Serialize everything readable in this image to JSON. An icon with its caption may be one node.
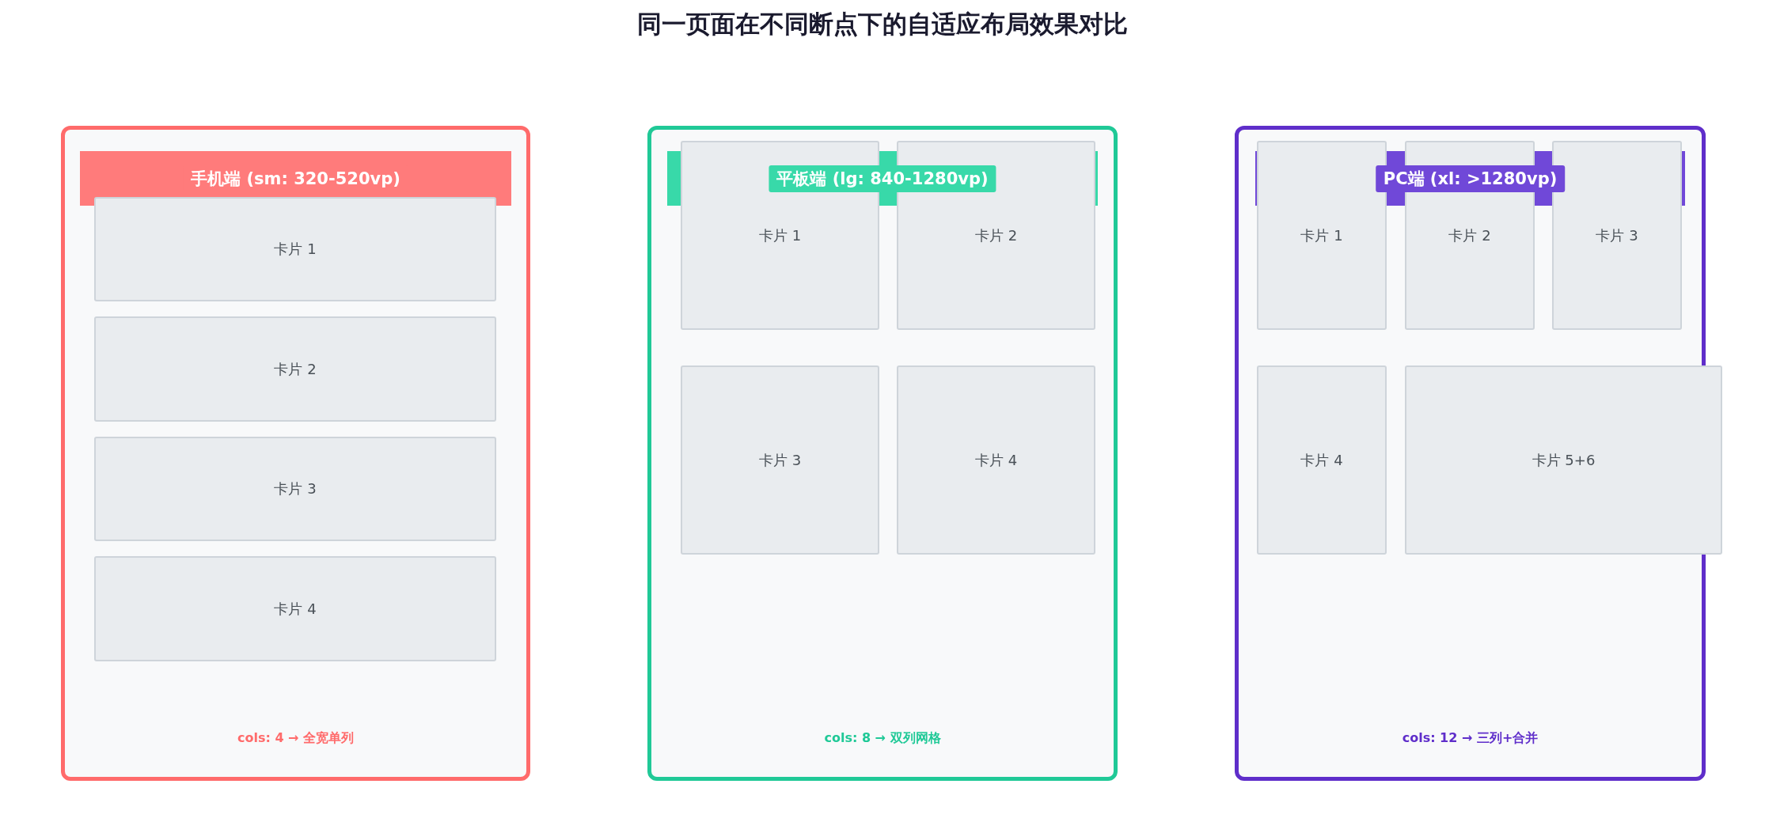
{
  "diagram": {
    "title": "同一页面在不同断点下的自适应布局效果对比",
    "nodes": [
      {
        "text": [
          "cols: 4 → 全宽单列"
        ]
      },
      {
        "text": [
          "手机端 (sm: 320-520vp)"
        ],
        "in": 0
      },
      {
        "text": [
          "卡片 1"
        ],
        "in": 0
      },
      {
        "text": [
          "卡片 2"
        ],
        "in": 0
      },
      {
        "text": [
          "卡片 3"
        ],
        "in": 0
      },
      {
        "text": [
          "卡片 4"
        ],
        "in": 0
      },
      {
        "text": [
          "cols: 8 → 双列网格"
        ]
      },
      {
        "text": [
          "平板端 (lg: 840-1280vp)"
        ],
        "in": 6
      },
      {
        "text": [
          "卡片 1"
        ],
        "in": 6
      },
      {
        "text": [
          "卡片 2"
        ],
        "in": 6
      },
      {
        "text": [
          "卡片 3"
        ],
        "in": 6
      },
      {
        "text": [
          "卡片 4"
        ],
        "in": 6
      },
      {
        "text": [
          "cols: 12 → 三列+合并"
        ]
      },
      {
        "text": [
          "PC端 (xl: >1280vp)"
        ],
        "in": 12
      },
      {
        "text": [
          "卡片 1"
        ],
        "in": 12
      },
      {
        "text": [
          "卡片 2"
        ],
        "in": 12
      },
      {
        "text": [
          "卡片 3"
        ],
        "in": 12
      },
      {
        "text": [
          "卡片 4"
        ],
        "in": 12
      },
      {
        "text": [
          "卡片 5+6"
        ],
        "in": 12
      }
    ],
    "edges": []
  }
}
